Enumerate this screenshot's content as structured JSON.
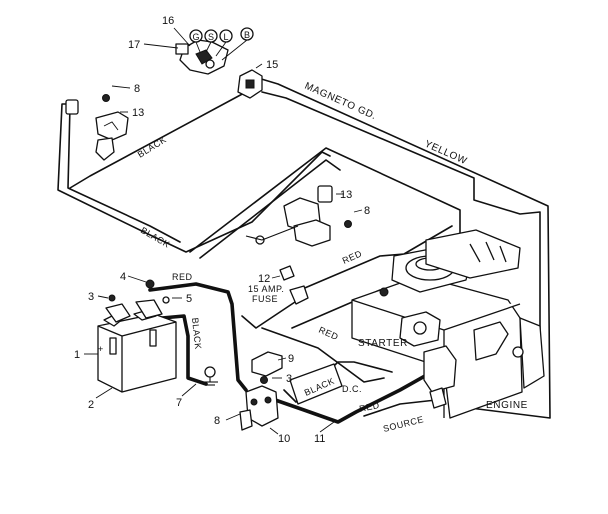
{
  "callouts": {
    "c1": "1",
    "c2": "2",
    "c3": "3",
    "c3b": "3",
    "c4": "4",
    "c5": "5",
    "c7": "7",
    "c8a": "8",
    "c8b": "8",
    "c8c": "8",
    "c9": "9",
    "c10": "10",
    "c11": "11",
    "c12": "12",
    "c13": "13",
    "c13b": "13",
    "c15": "15",
    "c16": "16",
    "c17": "17"
  },
  "switch_terminals": {
    "g": "G",
    "s": "S",
    "l": "L",
    "b": "B"
  },
  "wire_labels": {
    "magneto": "MAGNETO GD.",
    "yellow": "YELLOW",
    "black_upper": "BLACK",
    "black_mid": "BLACK",
    "black_battery": "BLACK",
    "black_solenoid": "BLACK",
    "red_top": "RED",
    "red_mid": "RED",
    "red_right": "RED",
    "red_source": "RED",
    "dc": "D.C.",
    "source": "SOURCE"
  },
  "component_labels": {
    "fuse": "15 AMP.\nFUSE",
    "starter": "STARTER",
    "engine": "ENGINE"
  }
}
